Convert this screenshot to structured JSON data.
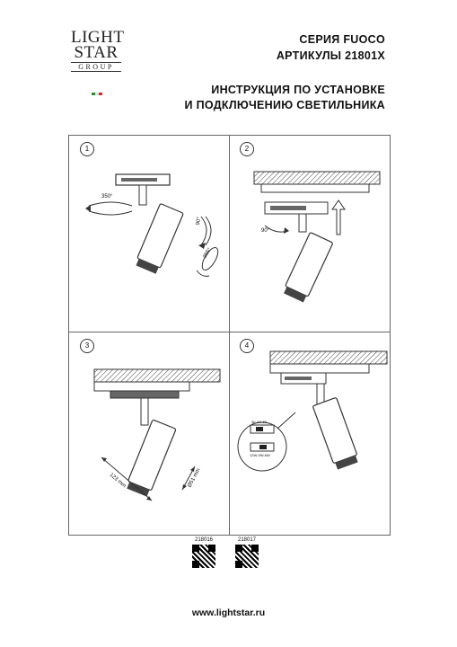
{
  "logo": {
    "line1": "LIGHT",
    "line2": "STAR",
    "line3": "GROUP",
    "flag_colors": [
      "#2e8b3a",
      "#ffffff",
      "#d22b2b"
    ]
  },
  "header": {
    "series": "СЕРИЯ FUOCO",
    "articles": "АРТИКУЛЫ 21801X",
    "instruction_1": "ИНСТРУКЦИЯ ПО УСТАНОВКЕ",
    "instruction_2": "И ПОДКЛЮЧЕНИЮ СВЕТИЛЬНИКА"
  },
  "steps": [
    {
      "number": "1",
      "labels": [
        "350°",
        "90°",
        "355°"
      ]
    },
    {
      "number": "2",
      "labels": [
        "90°"
      ]
    },
    {
      "number": "3",
      "labels": [
        "123 mm",
        "Ø51 mm"
      ]
    },
    {
      "number": "4",
      "labels": [
        "3K-4K-6K",
        "12W-9W-6W"
      ]
    }
  ],
  "codes": [
    {
      "article": "218016"
    },
    {
      "article": "218017"
    }
  ],
  "footer": {
    "url": "www.lightstar.ru"
  }
}
